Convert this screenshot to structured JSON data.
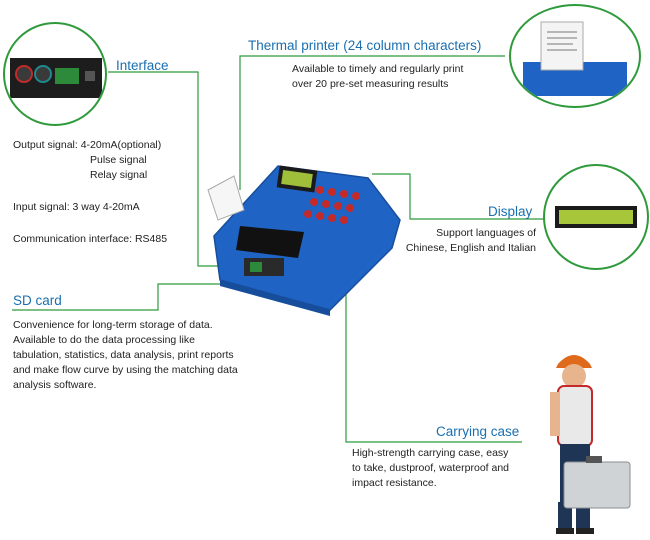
{
  "interface": {
    "heading": "Interface",
    "output_label": "Output signal: 4-20mA(optional)",
    "output_extra": [
      "Pulse signal",
      "Relay signal"
    ],
    "input_signal": "Input signal: 3 way 4-20mA",
    "communication": "Communication interface: RS485"
  },
  "printer": {
    "heading": "Thermal printer (24 column characters)",
    "description": [
      "Available to timely and regularly print",
      "over 20 pre-set measuring results"
    ]
  },
  "display": {
    "heading": "Display",
    "description": [
      "Support languages of",
      "Chinese, English and Italian"
    ]
  },
  "sd_card": {
    "heading": "SD card",
    "description": [
      "Convenience for long-term storage of data.",
      "Available to do the data processing like",
      "tabulation, statistics, data analysis, print reports",
      "and make flow curve by using the matching data",
      "analysis software."
    ]
  },
  "carrying_case": {
    "heading": "Carrying case",
    "description": [
      "High-strength carrying case, easy",
      "to take, dustproof, waterproof and",
      "impact resistance."
    ]
  },
  "colors": {
    "heading": "#1a6fb0",
    "leader_line": "#2f9a3c",
    "device_body": "#1f63c4"
  }
}
